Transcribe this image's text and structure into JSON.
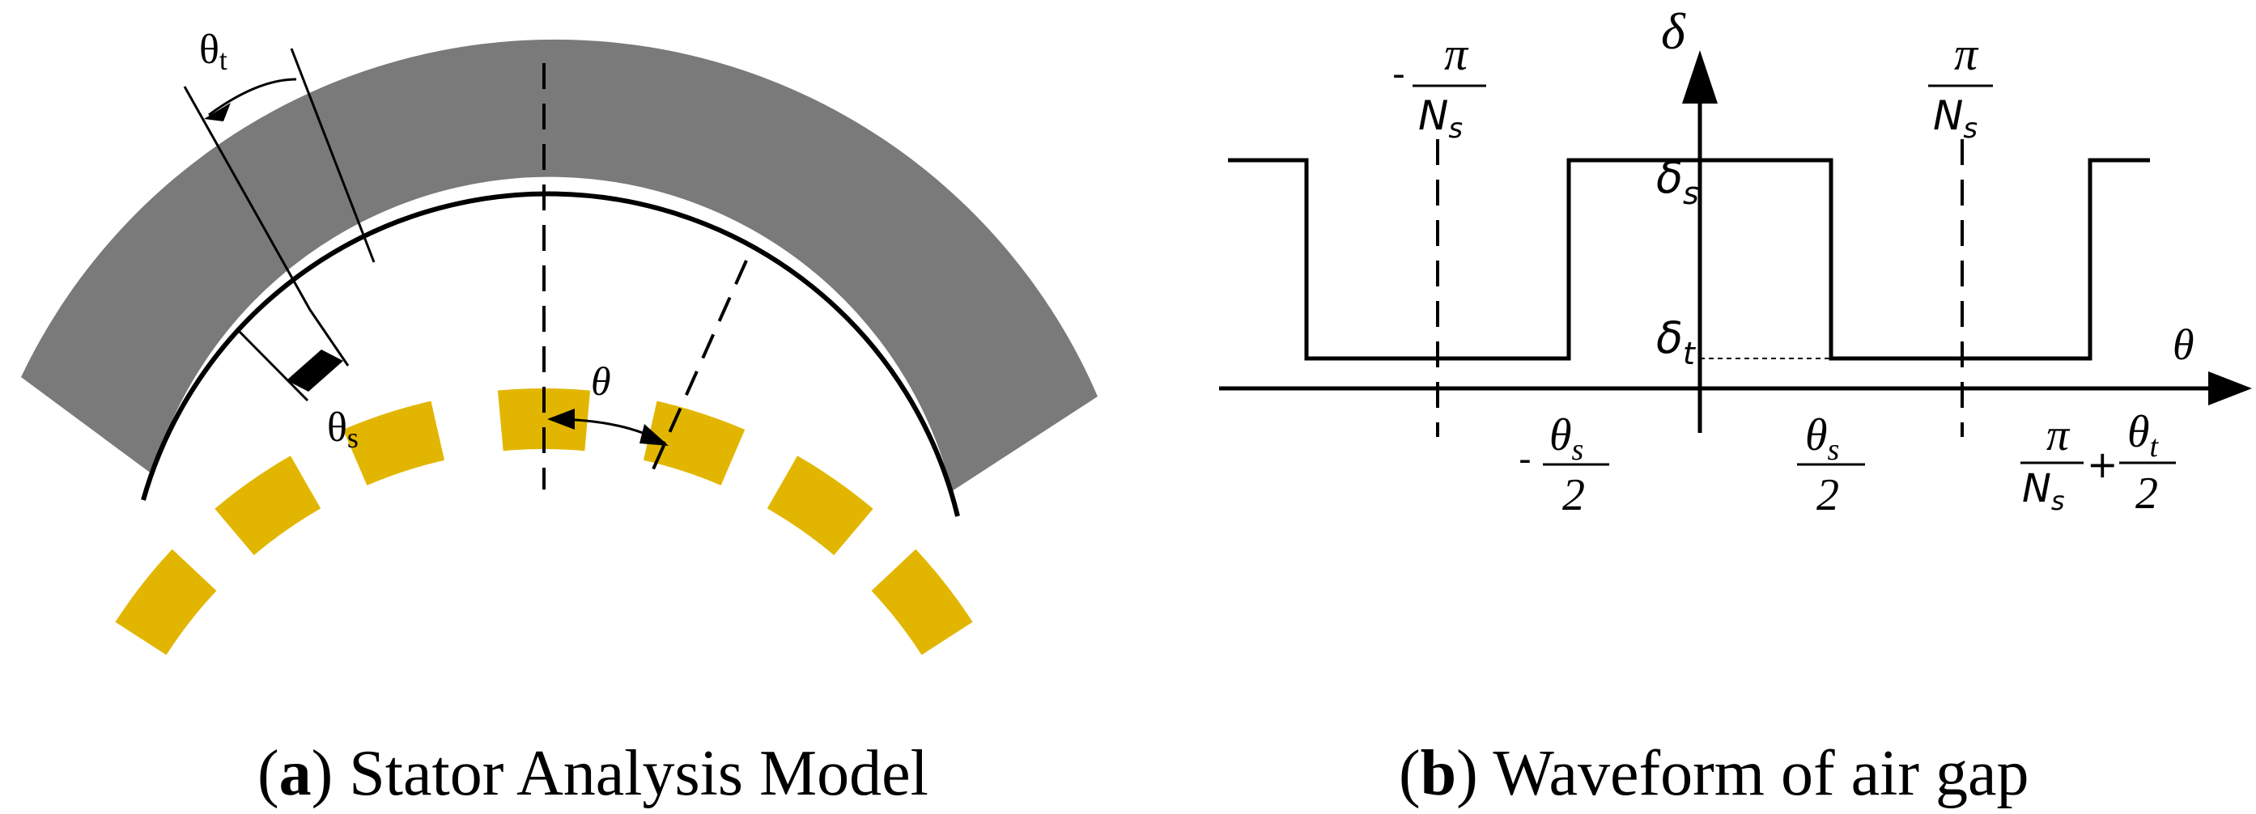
{
  "panel_a": {
    "label_theta_t_base": "θ",
    "label_theta_t_sub": "t",
    "label_theta_s_base": "θ",
    "label_theta_s_sub": "s",
    "label_theta": "θ",
    "caption_letter": "a",
    "caption_text": "Stator Analysis Model",
    "colors": {
      "core": "#7a7a7a",
      "winding": "#e2b600",
      "gap": "#ffffff",
      "line": "#000000"
    }
  },
  "panel_b": {
    "axis_y_label": "δ",
    "axis_x_label": "θ",
    "delta_s_base": "δ",
    "delta_s_sub": "s",
    "delta_t_base": "δ",
    "delta_t_sub": "t",
    "tick_neg_pi_sign": "-",
    "tick_pi": "π",
    "tick_Ns_base": "N",
    "tick_Ns_sub": "s",
    "tick_theta_base": "θ",
    "tick_s_sub": "s",
    "tick_t_sub": "t",
    "tick_two": "2",
    "tick_minus": "-",
    "tick_plus": "+",
    "caption_letter": "b",
    "caption_text": "Waveform of air gap"
  }
}
